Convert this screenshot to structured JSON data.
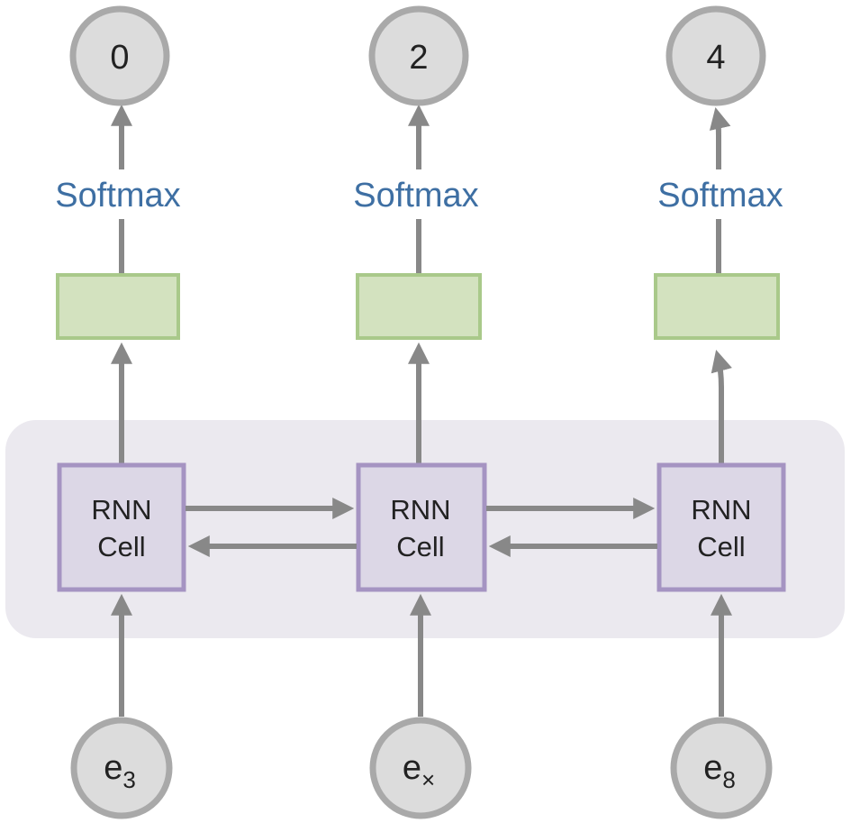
{
  "colors": {
    "arrow": "#888888",
    "circle_fill": "#dcdcdc",
    "circle_stroke": "#a9a9a9",
    "softmax_text": "#3e6fa3",
    "dense_fill": "#d3e2bf",
    "dense_stroke": "#a9c98a",
    "cell_fill": "#dcd7e6",
    "cell_stroke": "#a594c2",
    "band_fill": "#ebe9ef"
  },
  "columns": [
    {
      "output": "0",
      "softmax": "Softmax",
      "cell": {
        "line1": "RNN",
        "line2": "Cell"
      },
      "input": {
        "base": "e",
        "sub": "3"
      }
    },
    {
      "output": "2",
      "softmax": "Softmax",
      "cell": {
        "line1": "RNN",
        "line2": "Cell"
      },
      "input": {
        "base": "e",
        "sub": "×"
      }
    },
    {
      "output": "4",
      "softmax": "Softmax",
      "cell": {
        "line1": "RNN",
        "line2": "Cell"
      },
      "input": {
        "base": "e",
        "sub": "8"
      }
    }
  ]
}
